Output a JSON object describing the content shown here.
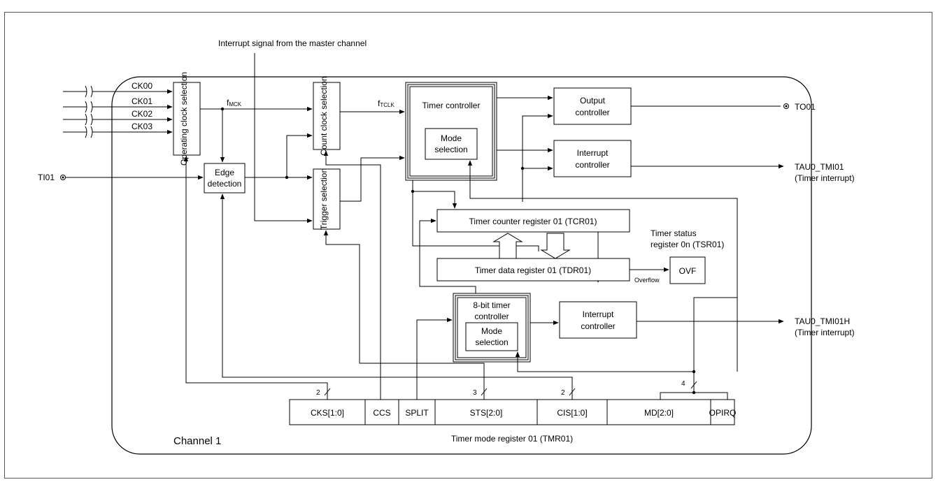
{
  "top_label": "Interrupt signal from the master channel",
  "inputs": [
    "CK00",
    "CK01",
    "CK02",
    "CK03"
  ],
  "blocks": {
    "operating_clock": "Operating clock selection",
    "count_clock": "Count clock selection",
    "edge_detection": [
      "Edge",
      "detection"
    ],
    "trigger_selection": "Trigger selection",
    "timer_controller": "Timer controller",
    "mode_selection": [
      "Mode",
      "selection"
    ],
    "output_controller": [
      "Output",
      "controller"
    ],
    "interrupt_controller": [
      "Interrupt",
      "controller"
    ],
    "tcr": "Timer counter register 01 (TCR01)",
    "tdr": "Timer data register 01 (TDR01)",
    "tsr": [
      "Timer status",
      "register 0n (TSR01)"
    ],
    "ovf": "OVF",
    "overflow": "Overflow",
    "timer8": [
      "8-bit timer",
      "controller"
    ],
    "mode_selection2": [
      "Mode",
      "selection"
    ],
    "interrupt_controller2": [
      "Interrupt",
      "controller"
    ]
  },
  "signals": {
    "fmck_main": "f",
    "fmck_sub": "MCK",
    "ftclk_main": "f",
    "ftclk_sub": "TCLK",
    "ti01": "TI01",
    "to01": "TO01",
    "tmi01": "TAU0_TMI01",
    "tmi01_desc": "(Timer interrupt)",
    "tmi01h": "TAU0_TMI01H",
    "tmi01h_desc": "(Timer interrupt)"
  },
  "bus_widths": [
    "2",
    "3",
    "2",
    "4"
  ],
  "register_fields": [
    "CKS[1:0]",
    "CCS",
    "SPLIT",
    "STS[2:0]",
    "CIS[1:0]",
    "MD[2:0]",
    "OPIRQ"
  ],
  "register_name": "Timer mode register 01 (TMR01)",
  "channel_label": "Channel 1"
}
